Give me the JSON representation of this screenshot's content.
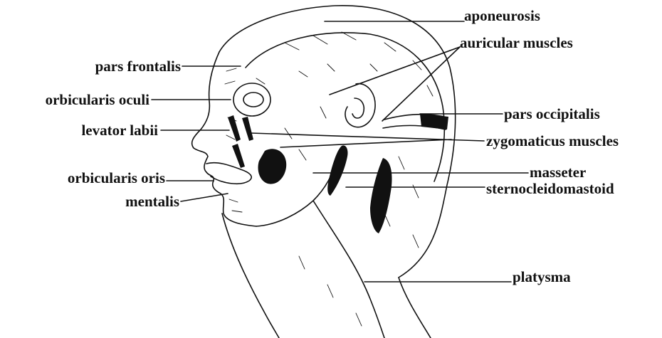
{
  "colors": {
    "ink": "#111111",
    "paper": "#ffffff"
  },
  "labels": {
    "aponeurosis": "aponeurosis",
    "auricular_muscles": "auricular muscles",
    "pars_frontalis": "pars frontalis",
    "orbicularis_oculi": "orbicularis oculi",
    "levator_labii": "levator labii",
    "pars_occipitalis": "pars occipitalis",
    "zygomaticus_muscles": "zygomaticus muscles",
    "orbicularis_oris": "orbicularis oris",
    "masseter": "masseter",
    "mentalis": "mentalis",
    "sternocleidomastoid": "sternocleidomastoid",
    "platysma": "platysma"
  }
}
